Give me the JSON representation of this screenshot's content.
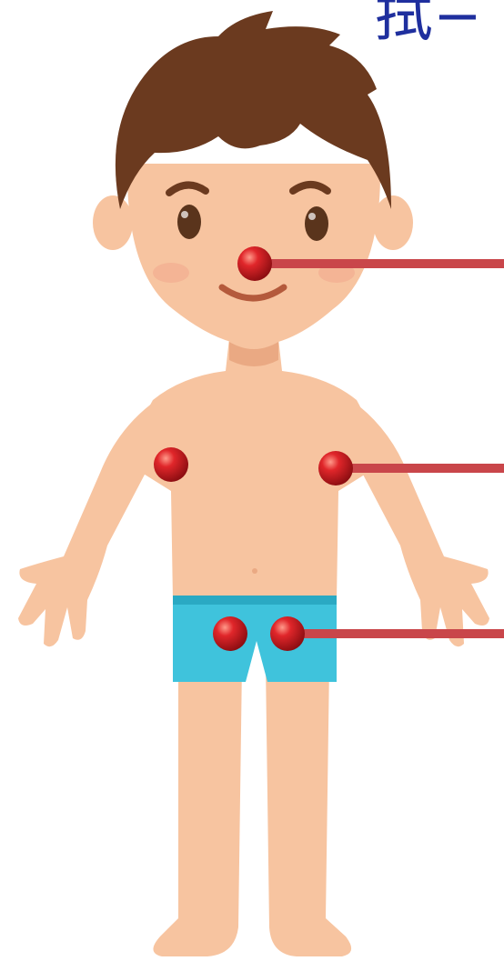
{
  "title_fragment": "拭−",
  "colors": {
    "skin": "#f7c4a0",
    "skin_shadow": "#eaa983",
    "hair": "#6b3a1f",
    "shorts": "#3fc3dc",
    "shorts_dark": "#2aa9c3",
    "pointer": "#c9464a",
    "dot": "#d11e22",
    "title": "#1f2f9e"
  },
  "icons": [
    "boy-figure",
    "pointer-dot",
    "pointer-line"
  ],
  "markers": [
    {
      "name": "nose-marker",
      "target": "nose"
    },
    {
      "name": "right-chest-marker",
      "target": "chest"
    },
    {
      "name": "left-chest-marker",
      "target": "chest"
    },
    {
      "name": "left-groin-marker",
      "target": "groin"
    },
    {
      "name": "right-groin-marker",
      "target": "groin"
    }
  ]
}
